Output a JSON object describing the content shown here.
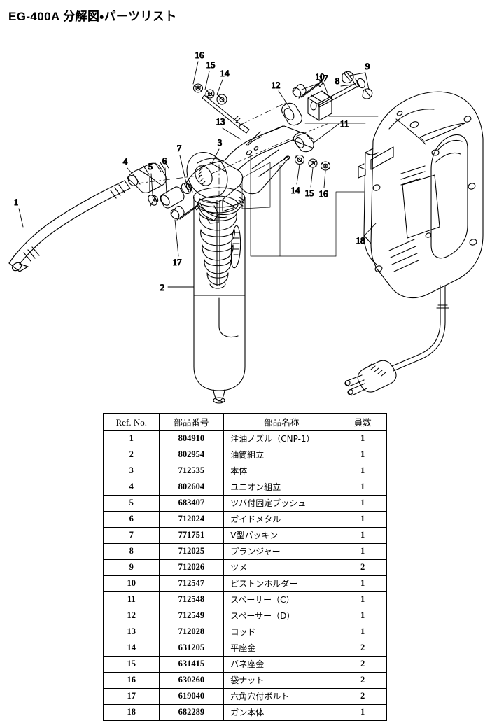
{
  "document": {
    "title": "EG-400A 分解図・パーツリスト",
    "model": "EG-400A"
  },
  "diagram": {
    "name": "exploded-parts-diagram",
    "callouts": [
      {
        "id": "1",
        "label": "1"
      },
      {
        "id": "2",
        "label": "2"
      },
      {
        "id": "3",
        "label": "3"
      },
      {
        "id": "4",
        "label": "4"
      },
      {
        "id": "5",
        "label": "5"
      },
      {
        "id": "6",
        "label": "6"
      },
      {
        "id": "7",
        "label": "7"
      },
      {
        "id": "8",
        "label": "8"
      },
      {
        "id": "9",
        "label": "9"
      },
      {
        "id": "10",
        "label": "10"
      },
      {
        "id": "11",
        "label": "11"
      },
      {
        "id": "12",
        "label": "12"
      },
      {
        "id": "13",
        "label": "13"
      },
      {
        "id": "14a",
        "label": "14"
      },
      {
        "id": "14b",
        "label": "14"
      },
      {
        "id": "15a",
        "label": "15"
      },
      {
        "id": "15b",
        "label": "15"
      },
      {
        "id": "16a",
        "label": "16"
      },
      {
        "id": "16b",
        "label": "16"
      },
      {
        "id": "17a",
        "label": "17"
      },
      {
        "id": "17b",
        "label": "17"
      },
      {
        "id": "18",
        "label": "18"
      }
    ]
  },
  "table": {
    "headers": {
      "ref": "Ref. No.",
      "part_number": "部品番号",
      "part_name": "部品名称",
      "quantity": "員数"
    },
    "rows": [
      {
        "ref": "1",
        "part_number": "804910",
        "part_name": "注油ノズル（CNP-1）",
        "quantity": "1"
      },
      {
        "ref": "2",
        "part_number": "802954",
        "part_name": "油筒組立",
        "quantity": "1"
      },
      {
        "ref": "3",
        "part_number": "712535",
        "part_name": "本体",
        "quantity": "1"
      },
      {
        "ref": "4",
        "part_number": "802604",
        "part_name": "ユニオン組立",
        "quantity": "1"
      },
      {
        "ref": "5",
        "part_number": "683407",
        "part_name": "ツバ付固定ブッシュ",
        "quantity": "1"
      },
      {
        "ref": "6",
        "part_number": "712024",
        "part_name": "ガイドメタル",
        "quantity": "1"
      },
      {
        "ref": "7",
        "part_number": "771751",
        "part_name": "V型パッキン",
        "quantity": "1"
      },
      {
        "ref": "8",
        "part_number": "712025",
        "part_name": "プランジャー",
        "quantity": "1"
      },
      {
        "ref": "9",
        "part_number": "712026",
        "part_name": "ツメ",
        "quantity": "2"
      },
      {
        "ref": "10",
        "part_number": "712547",
        "part_name": "ピストンホルダー",
        "quantity": "1"
      },
      {
        "ref": "11",
        "part_number": "712548",
        "part_name": "スペーサー（C）",
        "quantity": "1"
      },
      {
        "ref": "12",
        "part_number": "712549",
        "part_name": "スペーサー（D）",
        "quantity": "1"
      },
      {
        "ref": "13",
        "part_number": "712028",
        "part_name": "ロッド",
        "quantity": "1"
      },
      {
        "ref": "14",
        "part_number": "631205",
        "part_name": "平座金",
        "quantity": "2"
      },
      {
        "ref": "15",
        "part_number": "631415",
        "part_name": "バネ座金",
        "quantity": "2"
      },
      {
        "ref": "16",
        "part_number": "630260",
        "part_name": "袋ナット",
        "quantity": "2"
      },
      {
        "ref": "17",
        "part_number": "619040",
        "part_name": "六角穴付ボルト",
        "quantity": "2"
      },
      {
        "ref": "18",
        "part_number": "682289",
        "part_name": "ガン本体",
        "quantity": "1"
      }
    ]
  },
  "colors": {
    "ink": "#000000",
    "paper": "#ffffff"
  }
}
